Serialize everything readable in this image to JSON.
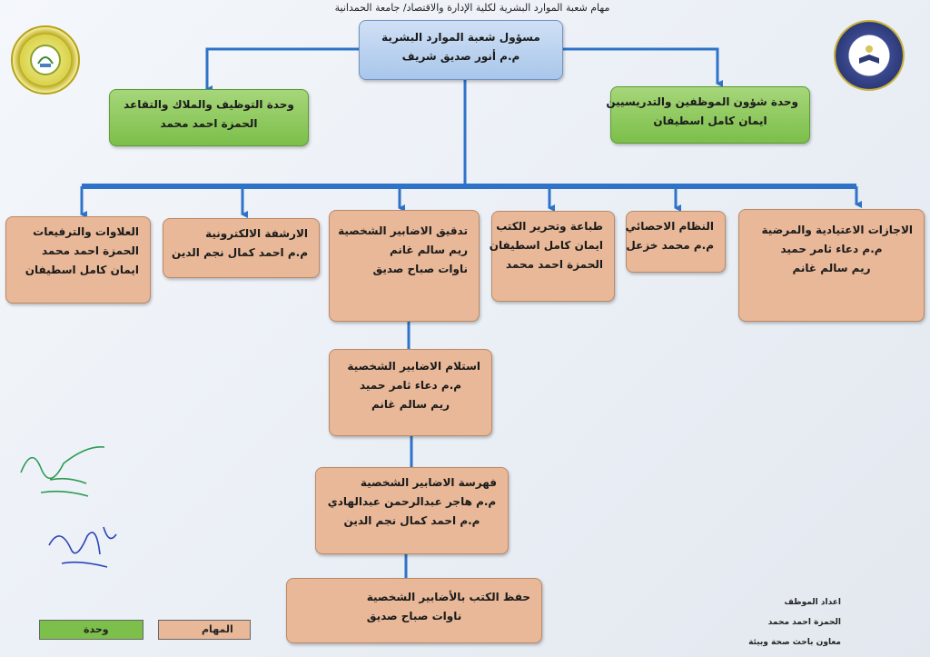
{
  "title": "مهام شعبة الموارد البشرية لكلية الإدارة والاقتصاد/ جامعة الحمدانية",
  "head": {
    "line1": "مسؤول شعبة الموارد البشرية",
    "line2": "م.م أنور صديق شريف"
  },
  "units": {
    "left": {
      "line1": "وحدة التوظيف والملاك والتقاعد",
      "line2": "الحمزة احمد محمد"
    },
    "right": {
      "line1": "وحدة شؤون الموظفين والتدريسيين",
      "line2": "ايمان كامل اسطيفان"
    }
  },
  "tasks": {
    "promotions": {
      "line1": "العلاوات والترفيعات",
      "line2": "الحمزة احمد محمد",
      "line3": "ايمان كامل اسطيفان"
    },
    "archive": {
      "line1": "الارشفة الالكترونية",
      "line2": "م.م احمد كمال نجم الدين"
    },
    "audit": {
      "line1": "تدقيق الاضابير الشخصية",
      "line2": "ريم سالم غانم",
      "line3": "ناوات صباح صديق"
    },
    "printing": {
      "line1": "طباعة وتحرير الكتب",
      "line2": "ايمان كامل اسطيفان",
      "line3": "الحمزة احمد محمد"
    },
    "stats": {
      "line1": "النظام الاحصائي",
      "line2": "م.م محمد خزعل"
    },
    "leave": {
      "line1": "الاجازات الاعتيادية والمرضية",
      "line2": "م.م دعاء ثامر حميد",
      "line3": "ريم سالم غانم"
    },
    "receive": {
      "line1": "استلام الاضابير الشخصية",
      "line2": "م.م دعاء ثامر حميد",
      "line3": "ريم سالم غانم"
    },
    "index": {
      "line1": "فهرسة الاضابير الشخصية",
      "line2": "م.م هاجر عبدالرحمن عبدالهادي",
      "line3": "م.م احمد كمال نجم الدين"
    },
    "keep": {
      "line1": "حفظ الكتب بالأضابير الشخصية",
      "line2": "ناوات صباح صديق"
    }
  },
  "legend": {
    "unit_label": "وحدة",
    "task_label": "المهام"
  },
  "footer": {
    "line1": "اعداد الموظف",
    "line2": "الحمزة احمد محمد",
    "line3": "معاون باحث صحة وبيئة"
  },
  "colors": {
    "head": "#a9c6ea",
    "unit": "#7cbf4a",
    "task": "#e8b898",
    "connector": "#2f73c9"
  }
}
